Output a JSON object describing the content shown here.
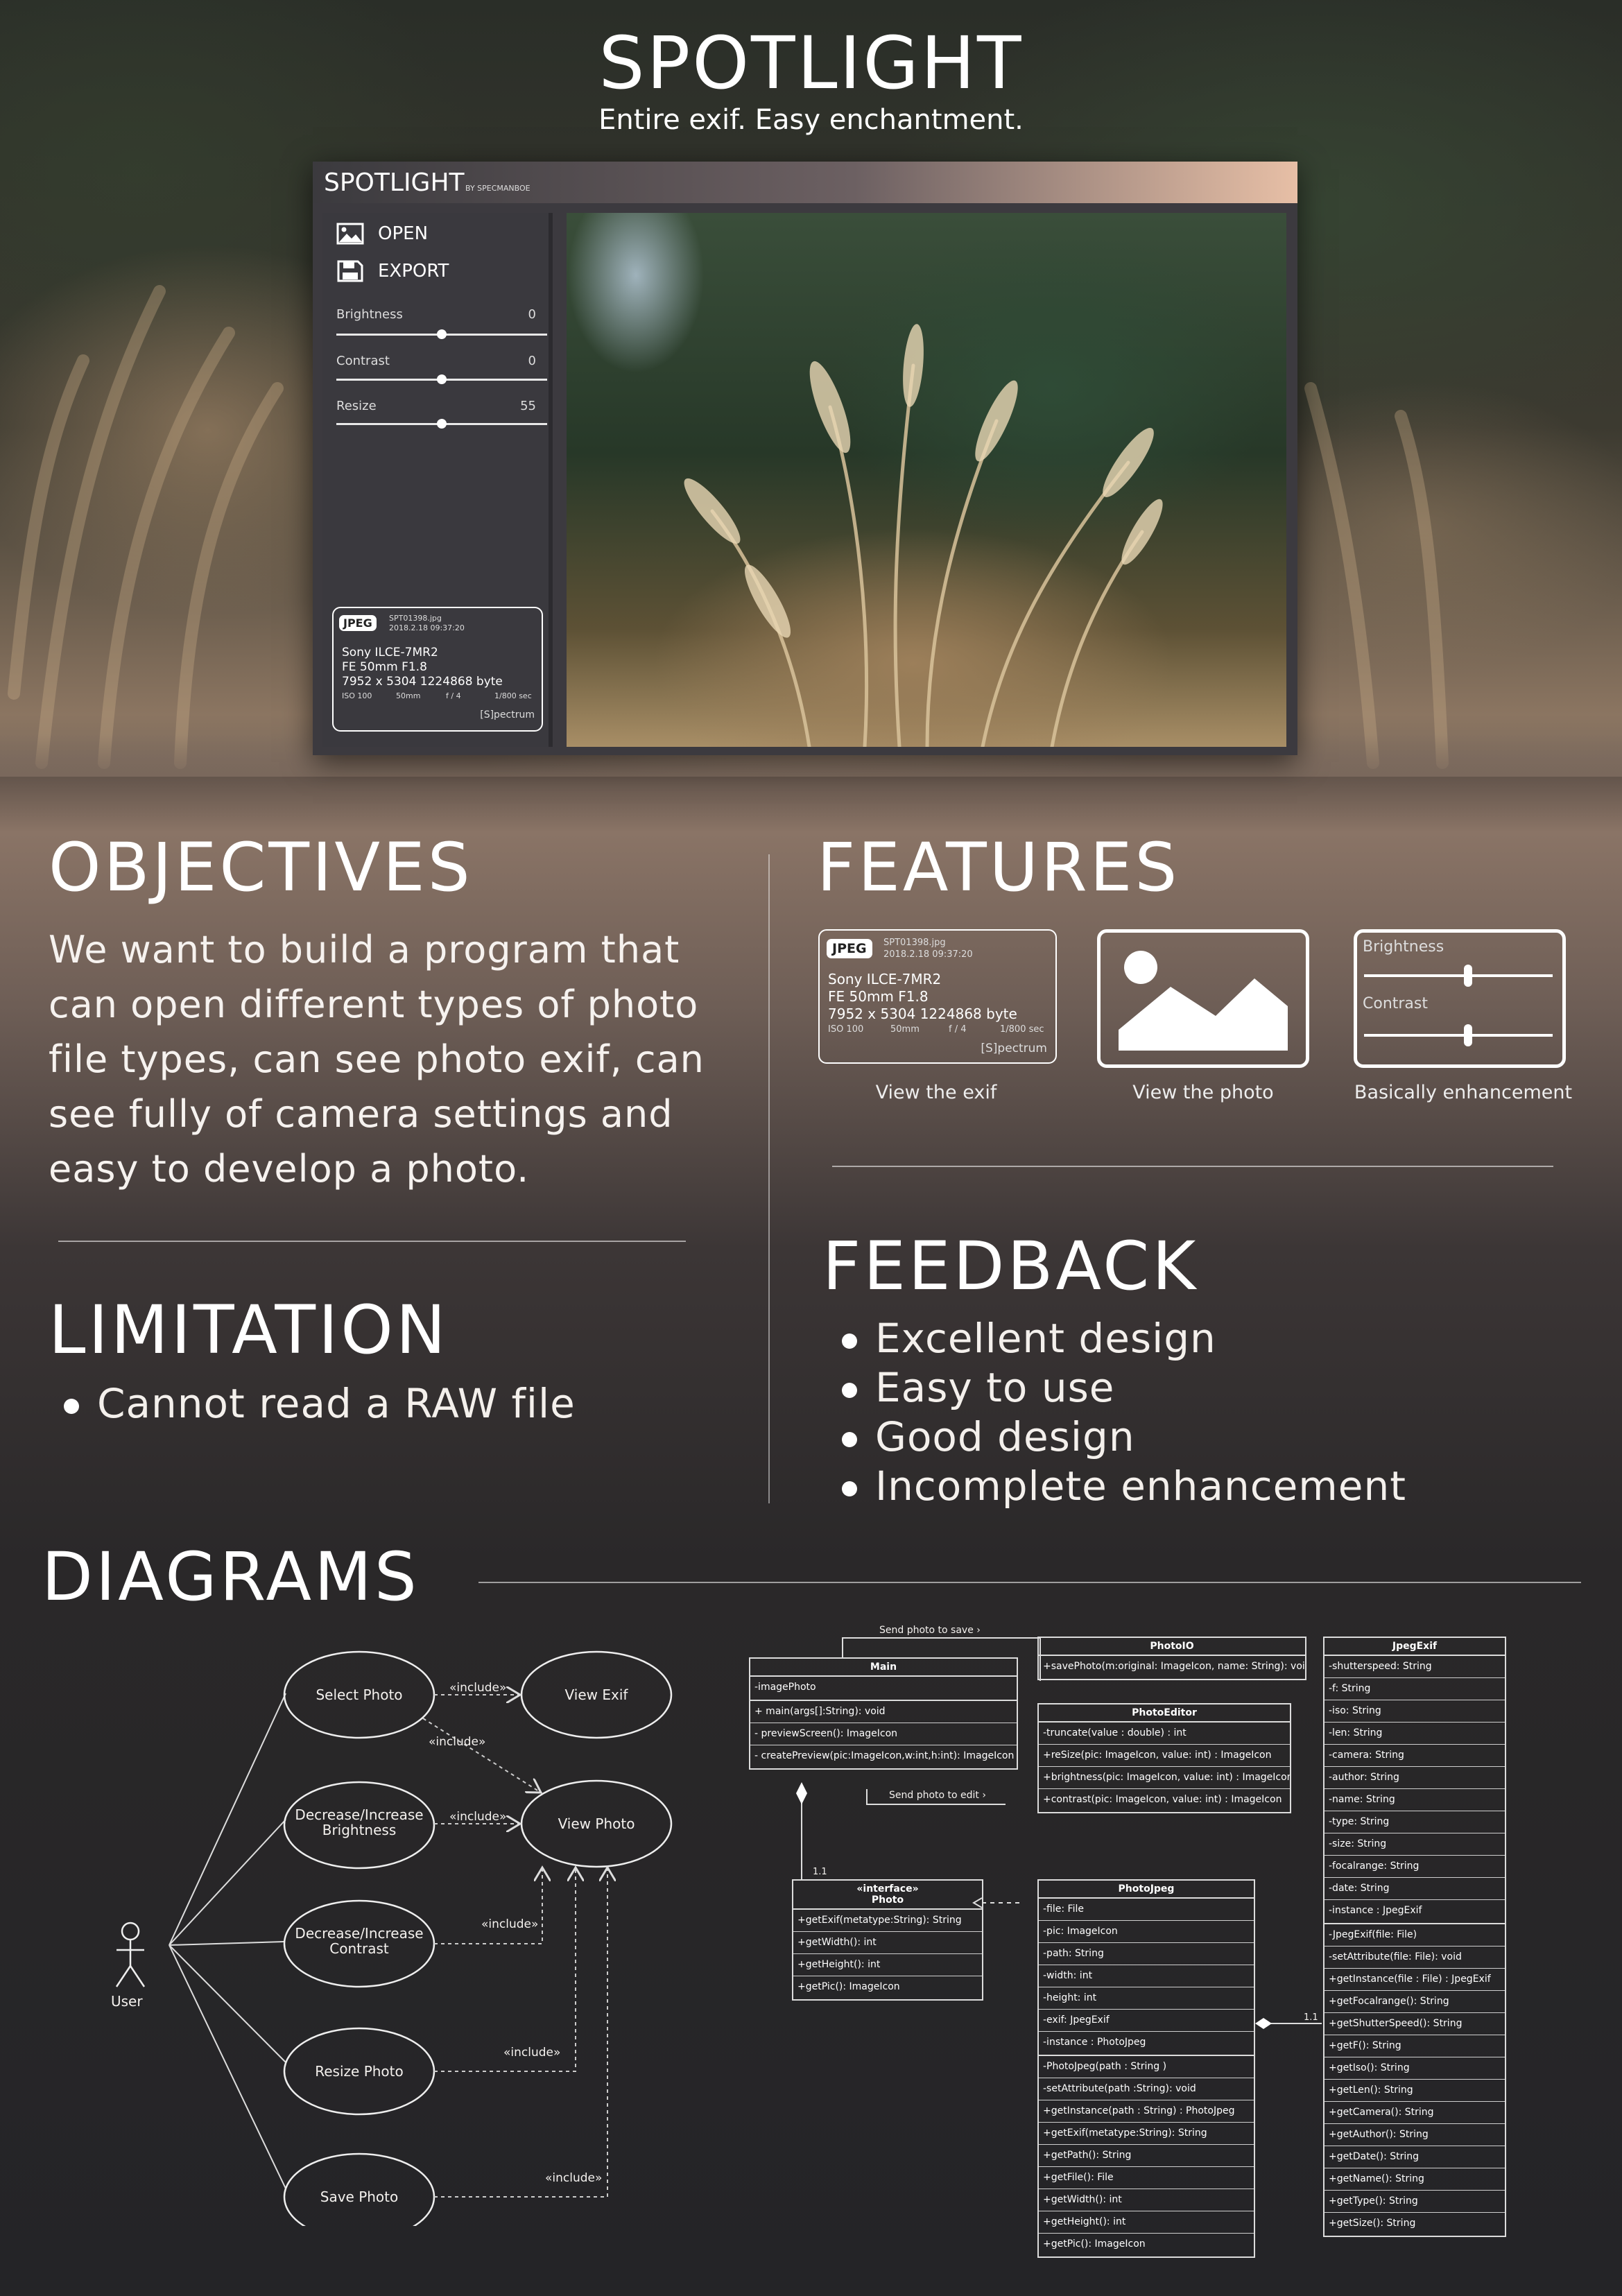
{
  "hero": {
    "title": "SPOTLIGHT",
    "subtitle": "Entire exif. Easy enchantment."
  },
  "app": {
    "name": "SPOTLIGHT",
    "by": "BY SPECMANBOE",
    "menu": [
      {
        "label": "OPEN",
        "icon": "image-icon"
      },
      {
        "label": "EXPORT",
        "icon": "save-icon"
      }
    ],
    "sliders": [
      {
        "label": "Brightness",
        "value": "0",
        "level": 0.5
      },
      {
        "label": "Contrast",
        "value": "0",
        "level": 0.5
      },
      {
        "label": "Resize",
        "value": "55",
        "level": 0.5
      }
    ],
    "exif": {
      "badge": "JPEG",
      "file": "SPT01398.jpg",
      "date": "2018.2.18 09:37:20",
      "camera": "Sony ILCE-7MR2",
      "lens": "FE 50mm  F1.8",
      "size": "7952 x 5304 1224868 byte",
      "iso": "ISO 100",
      "focal": "50mm",
      "fstop": "f / 4",
      "shutter": "1/800 sec",
      "brand": "[S]pectrum"
    }
  },
  "objectives": {
    "title": "OBJECTIVES",
    "text": "We want to build a program that can open different types of photo file types, can see photo exif, can see fully of camera settings and easy to develop a photo."
  },
  "limitation": {
    "title": "LIMITATION",
    "items": [
      "Cannot read a RAW file"
    ]
  },
  "features": {
    "title": "FEATURES",
    "captions": [
      "View the exif",
      "View the photo",
      "Basically enhancement"
    ],
    "slider_labels": [
      "Brightness",
      "Contrast"
    ]
  },
  "feedback": {
    "title": "FEEDBACK",
    "items": [
      "Excellent design",
      "Easy to use",
      "Good design",
      "Incomplete enhancement"
    ]
  },
  "diagrams": {
    "title": "DIAGRAMS",
    "usecase": {
      "actor": "User",
      "cases": [
        "Select Photo",
        "Decrease/Increase Brightness",
        "Decrease/Increase Contrast",
        "Resize Photo",
        "Save Photo",
        "View Exif",
        "View Photo"
      ],
      "include": "«include»"
    },
    "classes": {
      "send_save": "Send photo to save ›",
      "send_edit": "Send photo to edit ›",
      "mult": "1.1",
      "main": {
        "name": "Main",
        "attrs": [
          "-imagePhoto"
        ],
        "methods": [
          "+ main(args[]:String): void",
          "- previewScreen(): ImageIcon",
          "- createPreview(pic:ImageIcon,w:int,h:int): ImageIcon"
        ]
      },
      "photoio": {
        "name": "PhotoIO",
        "methods": [
          "+savePhoto(m:original: ImageIcon, name: String): void"
        ]
      },
      "photoeditor": {
        "name": "PhotoEditor",
        "methods": [
          "-truncate(value : double) : int",
          "+reSize(pic: ImageIcon, value: int) : ImageIcon",
          "+brightness(pic: ImageIcon, value: int) : ImageIcon",
          "+contrast(pic: ImageIcon, value: int) : ImageIcon"
        ]
      },
      "photo": {
        "stereo": "«interface»",
        "name": "Photo",
        "methods": [
          "+getExif(metatype:String): String",
          "+getWidth(): int",
          "+getHeight(): int",
          "+getPic(): ImageIcon"
        ]
      },
      "photojpeg": {
        "name": "PhotoJpeg",
        "attrs": [
          "-file: File",
          "-pic: ImageIcon",
          "-path: String",
          "-width: int",
          "-height: int",
          "-exif: JpegExif",
          "-instance : PhotoJpeg"
        ],
        "methods": [
          "-PhotoJpeg(path : String )",
          "-setAttribute(path :String): void",
          "+getInstance(path : String) : PhotoJpeg",
          "+getExif(metatype:String): String",
          "+getPath(): String",
          "+getFile(): File",
          "+getWidth(): int",
          "+getHeight(): int",
          "+getPic(): ImageIcon"
        ]
      },
      "jpegexif": {
        "name": "JpegExif",
        "attrs": [
          "-shutterspeed: String",
          "-f: String",
          "-iso: String",
          "-len: String",
          "-camera: String",
          "-author: String",
          "-name: String",
          "-type: String",
          "-size: String",
          "-focalrange: String",
          "-date: String",
          "-instance : JpegExif"
        ],
        "methods": [
          "-JpegExif(file: File)",
          "-setAttribute(file: File): void",
          "+getInstance(file : File) : JpegExif",
          "+getFocalrange(): String",
          "+getShutterSpeed(): String",
          "+getF(): String",
          "+getIso(): String",
          "+getLen(): String",
          "+getCamera(): String",
          "+getAuthor(): String",
          "+getDate(): String",
          "+getName(): String",
          "+getType(): String",
          "+getSize(): String"
        ]
      }
    }
  },
  "colors": {
    "accent": "#e7bfa6",
    "panel": "#3a393e",
    "text": "#ffffff"
  }
}
